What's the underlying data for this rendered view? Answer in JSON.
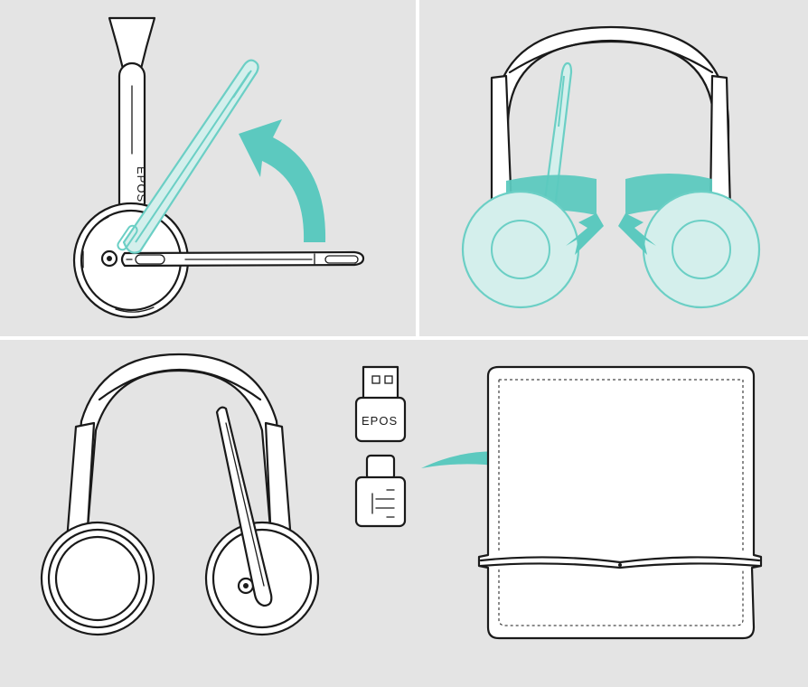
{
  "colors": {
    "panel_background": "#e4e4e4",
    "divider": "#ffffff",
    "accent_teal": "#5cc9bf",
    "outline": "#1a1a1a"
  },
  "panels": [
    {
      "name": "boom-arm-rotate",
      "icons": [
        "headset-side-icon",
        "boom-mic-icon",
        "curved-arrow-icon"
      ]
    },
    {
      "name": "earcup-rotate",
      "icons": [
        "headset-front-icon",
        "earcup-icon",
        "rotate-arrow-icon"
      ]
    },
    {
      "name": "package-contents",
      "icons": [
        "headset-icon",
        "usb-a-dongle-icon",
        "usb-c-dongle-icon",
        "arrow-icon",
        "pouch-icon"
      ]
    }
  ],
  "brand": {
    "headset_logo": "EPOS",
    "dongle_logo": "EPOS"
  }
}
